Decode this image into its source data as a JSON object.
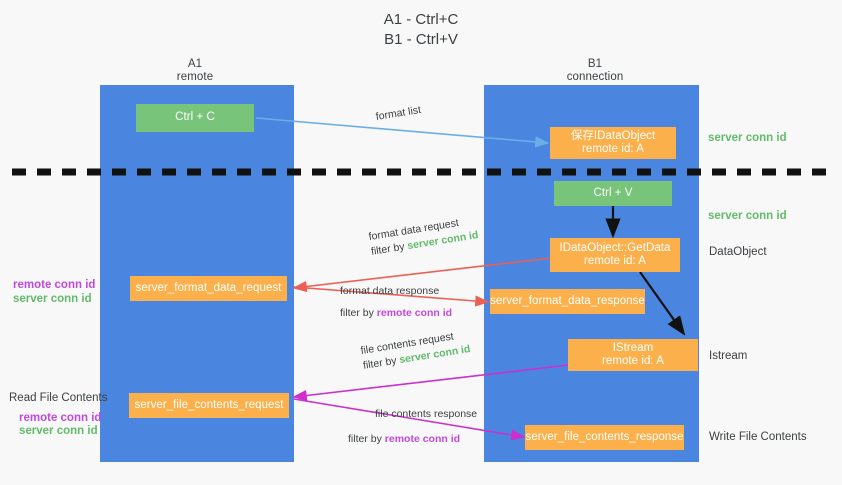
{
  "title": "A1 - Ctrl+C\nB1 - Ctrl+V",
  "lanes": [
    {
      "name": "A1",
      "sub": "remote"
    },
    {
      "name": "B1",
      "sub": "connection"
    }
  ],
  "nodes": {
    "ctrl_c": "Ctrl + C",
    "ctrl_v": "Ctrl + V",
    "save_idataobject_l1": "保存IDataObject",
    "save_idataobject_l2": "remote id: A",
    "getdata_l1": "IDataObject::GetData",
    "getdata_l2": "remote id: A",
    "istream_l1": "IStream",
    "istream_l2": "remote id: A",
    "server_format_data_request": "server_format_data_request",
    "server_format_data_response": "server_format_data_response",
    "server_file_contents_request": "server_file_contents_request",
    "server_file_contents_response": "server_file_contents_response"
  },
  "right_labels": {
    "server_conn_id_top": "server conn id",
    "server_conn_id_mid": "server conn id",
    "dataobject": "DataObject",
    "istream": "Istream",
    "write_file_contents": "Write File Contents"
  },
  "left_labels": {
    "remote_conn_id_1": "remote conn id",
    "server_conn_id_1": "server conn id",
    "read_file_contents": "Read File Contents",
    "remote_conn_id_2": "remote conn id",
    "server_conn_id_2": "server conn id"
  },
  "edges": {
    "format_list": "format list",
    "format_data_request": "format data request",
    "format_data_request_filter_pre": "filter by ",
    "format_data_request_filter_key": "server conn id",
    "format_data_response": "format data response",
    "format_data_response_filter_pre": "filter by ",
    "format_data_response_filter_key": "remote conn id",
    "file_contents_request": "file contents request",
    "file_contents_request_filter_pre": "filter by ",
    "file_contents_request_filter_key": "server conn id",
    "file_contents_response": "file contents response",
    "file_contents_response_filter_pre": "filter by ",
    "file_contents_response_filter_key": "remote conn id"
  },
  "colors": {
    "lane": "#4a86e0",
    "orange": "#fbb04b",
    "green_box": "#77c47a",
    "green_text": "#62bb6a",
    "purple_text": "#c149dd",
    "arrow_blue": "#6aaee8",
    "arrow_red": "#ec5f54",
    "arrow_magenta": "#cc2fcc",
    "arrow_black": "#000000",
    "background": "#f8f8f8"
  }
}
